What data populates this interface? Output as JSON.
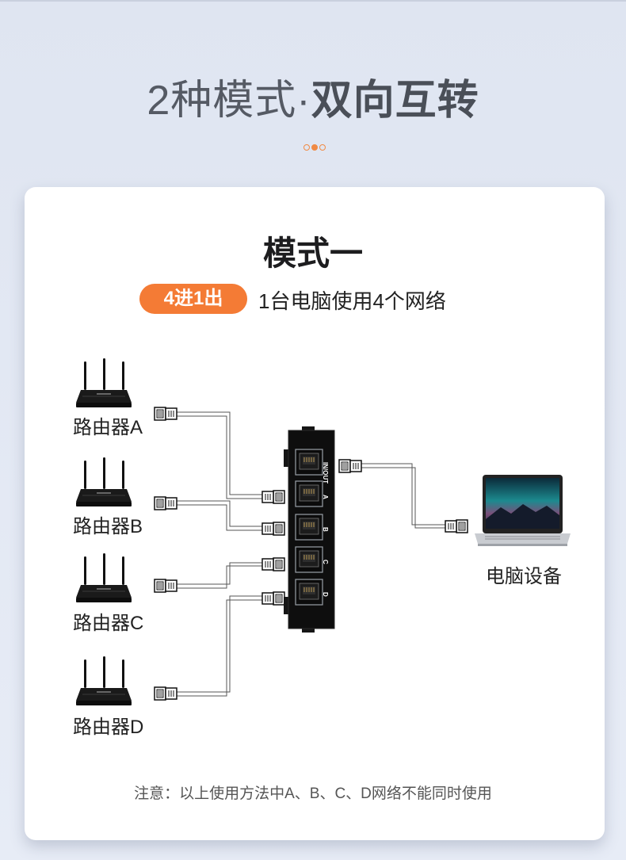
{
  "header": {
    "title_light": "2种模式·",
    "title_bold": "双向互转"
  },
  "mode": {
    "title": "模式一",
    "badge": "4进1出",
    "description": "1台电脑使用4个网络"
  },
  "routers": [
    {
      "label": "路由器A"
    },
    {
      "label": "路由器B"
    },
    {
      "label": "路由器C"
    },
    {
      "label": "路由器D"
    }
  ],
  "switch_box": {
    "port_labels": [
      "IN/OUT",
      "A",
      "B",
      "C",
      "D"
    ]
  },
  "computer": {
    "label": "电脑设备"
  },
  "note": "注意：以上使用方法中A、B、C、D网络不能同时使用",
  "colors": {
    "accent": "#f47b35",
    "heading": "#555a64",
    "text": "#222222"
  }
}
